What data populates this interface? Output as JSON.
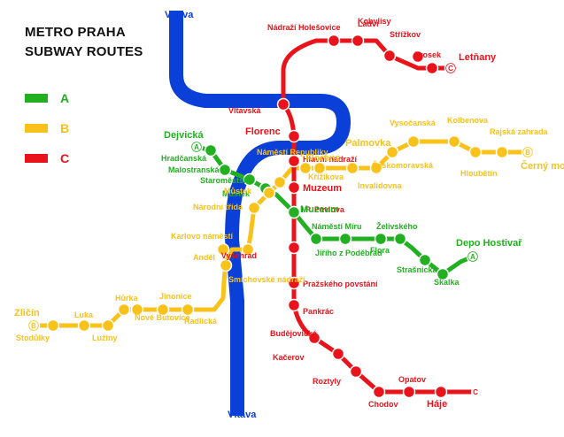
{
  "title": {
    "line1": "METRO PRAHA",
    "line2": "SUBWAY ROUTES"
  },
  "legend": [
    {
      "line": "A",
      "color": "#22b022"
    },
    {
      "line": "B",
      "color": "#f9c21a"
    },
    {
      "line": "C",
      "color": "#e8131b"
    }
  ],
  "colors": {
    "A": "#22b022",
    "B": "#f9c21a",
    "C": "#e8131b",
    "river": "#0a3fd8",
    "river_label": "#0a3fd8"
  },
  "river": {
    "label_top": "Vltava",
    "label_bottom": "Vltava"
  },
  "terminus_badges": {
    "A": "A",
    "B": "B",
    "C": "C"
  },
  "stations": {
    "C": [
      "Letňany",
      "Prosek",
      "Střížkov",
      "Ládví",
      "Kobylisy",
      "Nádraží Holešovice",
      "Vltavská",
      "Florenc",
      "Hlavní nádraží",
      "Muzeum",
      "I.P. Pavlova",
      "Vyšehrad",
      "Pražského povstání",
      "Pankrác",
      "Budějovická",
      "Kačerov",
      "Roztyly",
      "Chodov",
      "Opatov",
      "Háje"
    ],
    "A": [
      "Dejvická",
      "Hradčanská",
      "Malostranská",
      "Staroměstská",
      "Můstek",
      "Muzeum",
      "Náměstí Míru",
      "Jiřího z Poděbrad",
      "Flora",
      "Želivského",
      "Strašnická",
      "Skalka",
      "Depo Hostivař"
    ],
    "B": [
      "Zličín",
      "Stodůlky",
      "Luka",
      "Lužiny",
      "Hůrka",
      "Nové Butovice",
      "Jinonice",
      "Radlická",
      "Smíchovské nádraží",
      "Anděl",
      "Karlovo náměstí",
      "Národní třída",
      "Můstek",
      "Náměstí Republiky",
      "Florenc",
      "Křižíkova",
      "Invalidovna",
      "Palmovka",
      "Českomoravská",
      "Vysočanská",
      "Kolbenova",
      "Hloubětín",
      "Rajská zahrada",
      "Černý most"
    ]
  }
}
